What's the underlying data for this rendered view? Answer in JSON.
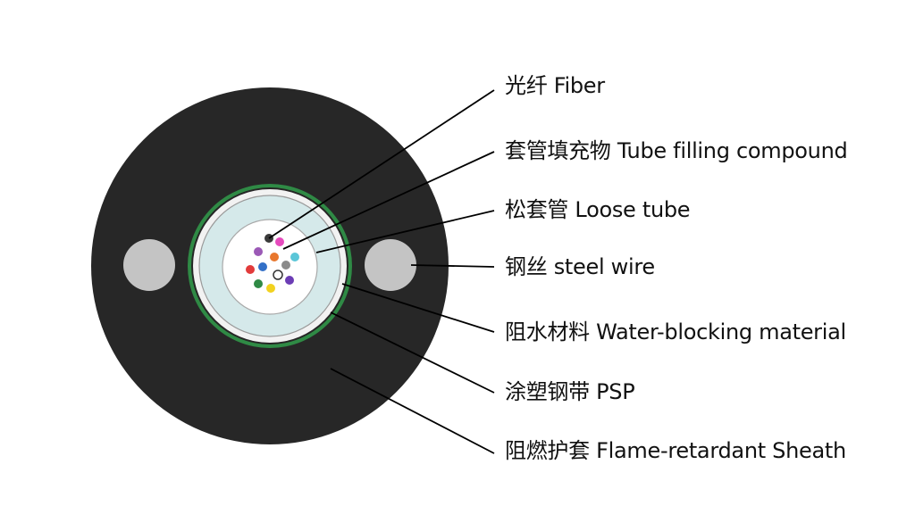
{
  "colors": {
    "sheath": "#272727",
    "steel_wire": "#c4c4c4",
    "psp_green": "#2f8a45",
    "water_blocking": "#f2f2f2",
    "filling_compound": "#d5e9ea",
    "loose_tube_wall": "#ffffff",
    "leader_line": "#000000"
  },
  "fiber_colors": [
    "#3a3a3a",
    "#e64bbd",
    "#9b59b6",
    "#e8772e",
    "#5bc6d8",
    "#e23b3b",
    "#3370c7",
    "#8a8a8a",
    "#2f8a45",
    "#f2d21f",
    "#6c3db5",
    "#ffffff"
  ],
  "labels": [
    {
      "key": "fiber",
      "text": "光纤   Fiber"
    },
    {
      "key": "filling",
      "text": "套管填充物 Tube filling compound"
    },
    {
      "key": "loose_tube",
      "text": "松套管   Loose tube"
    },
    {
      "key": "steel_wire",
      "text": "钢丝   steel wire"
    },
    {
      "key": "water_blocking",
      "text": "阻水材料 Water-blocking material"
    },
    {
      "key": "psp",
      "text": "涂塑钢带   PSP"
    },
    {
      "key": "sheath",
      "text": "阻燃护套 Flame-retardant Sheath"
    }
  ]
}
